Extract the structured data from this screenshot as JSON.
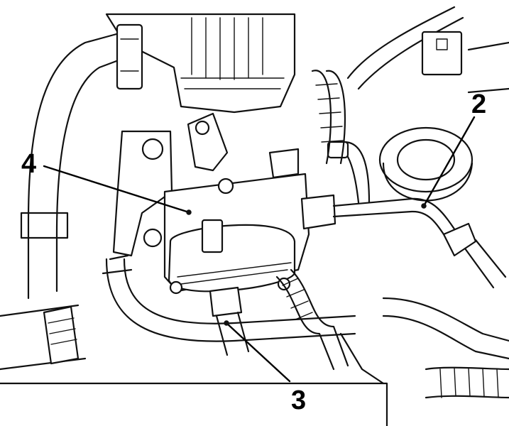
{
  "callouts": [
    {
      "id": "2",
      "label": "2"
    },
    {
      "id": "3",
      "label": "3"
    },
    {
      "id": "4",
      "label": "4"
    }
  ]
}
